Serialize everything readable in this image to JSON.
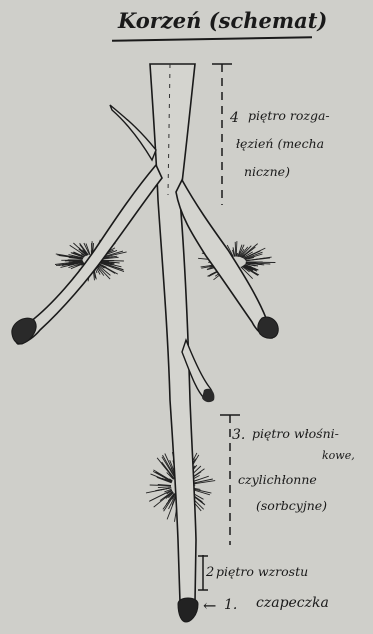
{
  "title": "Korzeń (schemat)",
  "zones": {
    "zone4": {
      "number": "4",
      "lines": [
        "piętro rozga-",
        "łęzień (mecha",
        "niczne)"
      ]
    },
    "zone3": {
      "number": "3.",
      "lines": [
        "piętro włośni-",
        "kowe,",
        "czylichłonne",
        "(sorbcyjne)"
      ]
    },
    "zone2": {
      "number": "2",
      "lines": [
        "piętro wzrostu"
      ]
    },
    "zone1": {
      "marker": "←",
      "number": "1.",
      "lines": [
        "czapeczka"
      ]
    }
  },
  "colors": {
    "paper": "#cfcfca",
    "ink": "#1a1a1a"
  }
}
